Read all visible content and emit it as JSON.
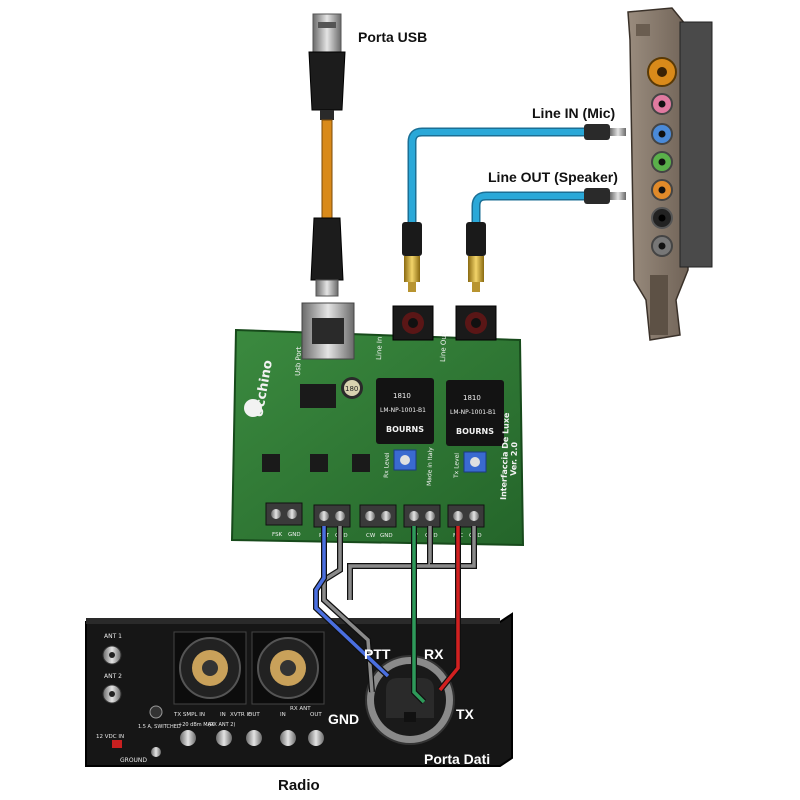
{
  "labels": {
    "usb_port": "Porta USB",
    "line_in": "Line IN (Mic)",
    "line_out": "Line OUT (Speaker)",
    "radio": "Radio",
    "data_port": "Porta Dati",
    "ptt": "PTT",
    "rx": "RX",
    "gnd": "GND",
    "tx": "TX"
  },
  "board": {
    "brand": "Ucchino",
    "subtitle": "Interfaccia De Luxe",
    "version": "Ver. 2.0",
    "usb_port": "Usb Port",
    "line_in": "Line In",
    "line_out": "Line Out",
    "rx_level": "Rx Level",
    "tx_level": "Tx Level",
    "made_in": "Made in Italy",
    "inductor": "180",
    "transformer_brand": "BOURNS",
    "transformer_code": "1810",
    "transformer_model": "LM-NP-1001-B1",
    "terminals": [
      "FSK",
      "GND",
      "PTT",
      "GND",
      "CW",
      "GND",
      "RF",
      "GND",
      "MIC",
      "GND"
    ]
  },
  "radio_panel": {
    "ant1": "ANT 1",
    "ant2": "ANT 2",
    "power": "12 VDC IN",
    "ground": "GROUND",
    "fuse": "1.5 A, SWITCHED",
    "tx_smpl_in": "TX SMPL IN",
    "smpl_max": "+20 dBm MAX",
    "xvtr_if": "XVTR IF",
    "xvtr_in": "IN",
    "xvtr_out": "OUT",
    "rx_ant": "RX ANT",
    "rx_in": "IN",
    "rx_out": "OUT",
    "rx_ant2": "(RX ANT 2)"
  },
  "colors": {
    "pcb": "#2f7a33",
    "usb_cable": "#d98a1a",
    "audio_cable": "#2aa8d8",
    "ptt_wire": "#4a6fe0",
    "rx_wire": "#2e9a5a",
    "tx_wire": "#d22020",
    "gnd_wire": "#707070",
    "radio_body": "#1b1b1b",
    "sound_card": "#8a7a6a"
  }
}
